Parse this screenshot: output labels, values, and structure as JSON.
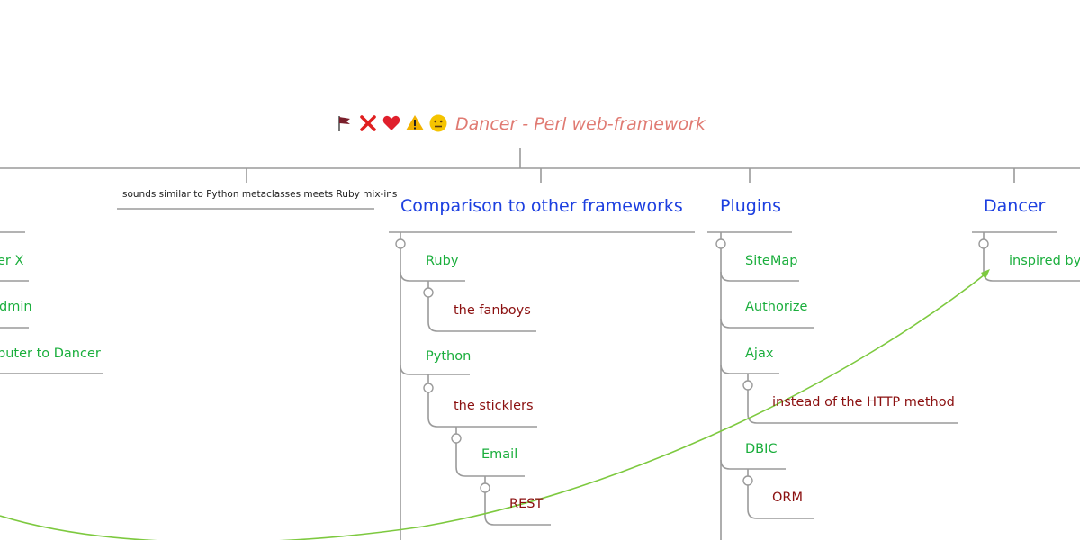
{
  "root": {
    "title": "Dancer - Perl web-framework",
    "icons": [
      "flag-icon",
      "cross-icon",
      "heart-icon",
      "warning-icon",
      "neutral-face-icon"
    ]
  },
  "branches": {
    "left": {
      "items": [
        "er X",
        "dmin",
        "buter to Dancer"
      ]
    },
    "note": "sounds similar to Python metaclasses meets Ruby mix-ins",
    "comparison": {
      "title": "Comparison to other frameworks",
      "ruby": "Ruby",
      "ruby_note": "the fanboys",
      "python": "Python",
      "python_note": "the sticklers",
      "email": "Email",
      "rest": "REST"
    },
    "plugins": {
      "title": "Plugins",
      "sitemap": "SiteMap",
      "authorize": "Authorize",
      "ajax": "Ajax",
      "ajax_note": "instead of the HTTP method",
      "dbic": "DBIC",
      "orm": "ORM"
    },
    "dancer": {
      "title": "Dancer",
      "inspired": "inspired by"
    }
  },
  "colors": {
    "line": "#9a9a9a",
    "topic": "#1c3fe0",
    "green": "#1aae3c",
    "red": "#8b1010",
    "root": "#e07a72",
    "relation": "#7dc93f"
  }
}
